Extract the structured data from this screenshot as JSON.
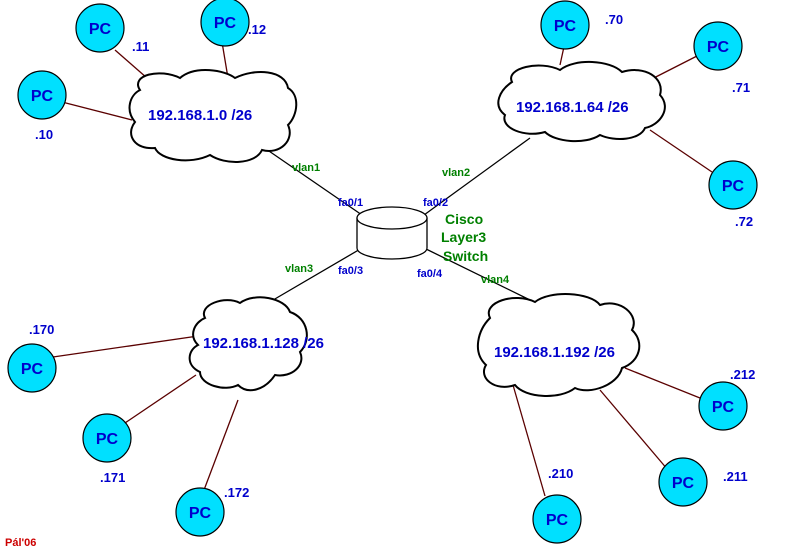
{
  "switch": {
    "name_line1": "Cisco",
    "name_line2": "Layer3",
    "name_line3": "Switch"
  },
  "ports": {
    "p1": "fa0/1",
    "p2": "fa0/2",
    "p3": "fa0/3",
    "p4": "fa0/4"
  },
  "vlans": {
    "v1": "vlan1",
    "v2": "vlan2",
    "v3": "vlan3",
    "v4": "vlan4"
  },
  "networks": {
    "n1": "192.168.1.0 /26",
    "n2": "192.168.1.64 /26",
    "n3": "192.168.1.128 /26",
    "n4": "192.168.1.192 /26"
  },
  "pc_label": "PC",
  "hosts": {
    "h10": ".10",
    "h11": ".11",
    "h12": ".12",
    "h70": ".70",
    "h71": ".71",
    "h72": ".72",
    "h170": ".170",
    "h171": ".171",
    "h172": ".172",
    "h210": ".210",
    "h211": ".211",
    "h212": ".212"
  },
  "credit": "Pál'06"
}
